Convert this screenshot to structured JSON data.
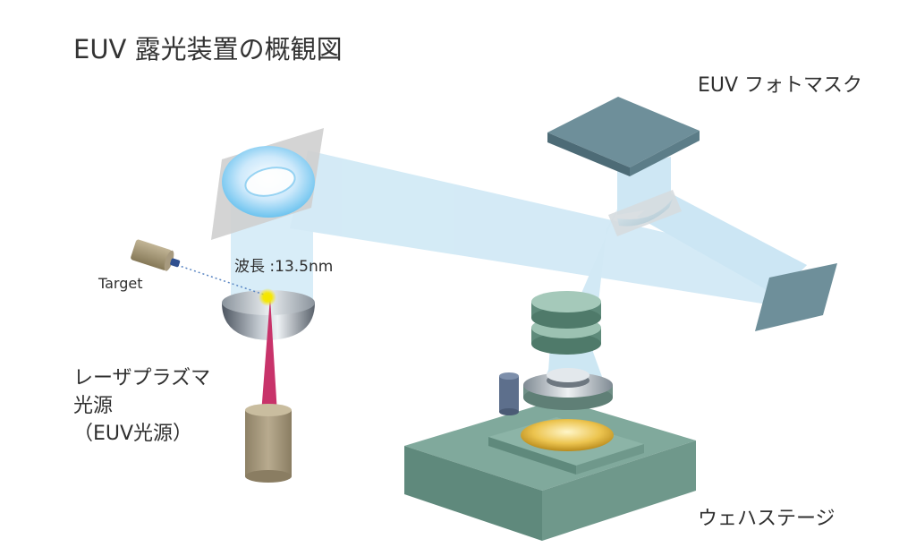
{
  "title": "EUV 露光装置の概観図",
  "labels": {
    "photomask": "EUV フォトマスク",
    "target": "Target",
    "wavelength": "波長 :13.5nm",
    "source_line1": "レーザプラズマ",
    "source_line2": "光源",
    "source_line3": "（EUV光源）",
    "wafer_stage": "ウェハステージ"
  },
  "colors": {
    "beam": "#cfe8f6",
    "mirror_frame": "#c8c8c8",
    "photomask": "#6e8f9a",
    "wafer_stage": "#7fa89b",
    "laser_beam": "#c8336a",
    "plasma_point": "#f5e600",
    "laser_body": "#a79a7f",
    "wafer": "#e0b43a",
    "sensor": "#5d6f8c"
  }
}
